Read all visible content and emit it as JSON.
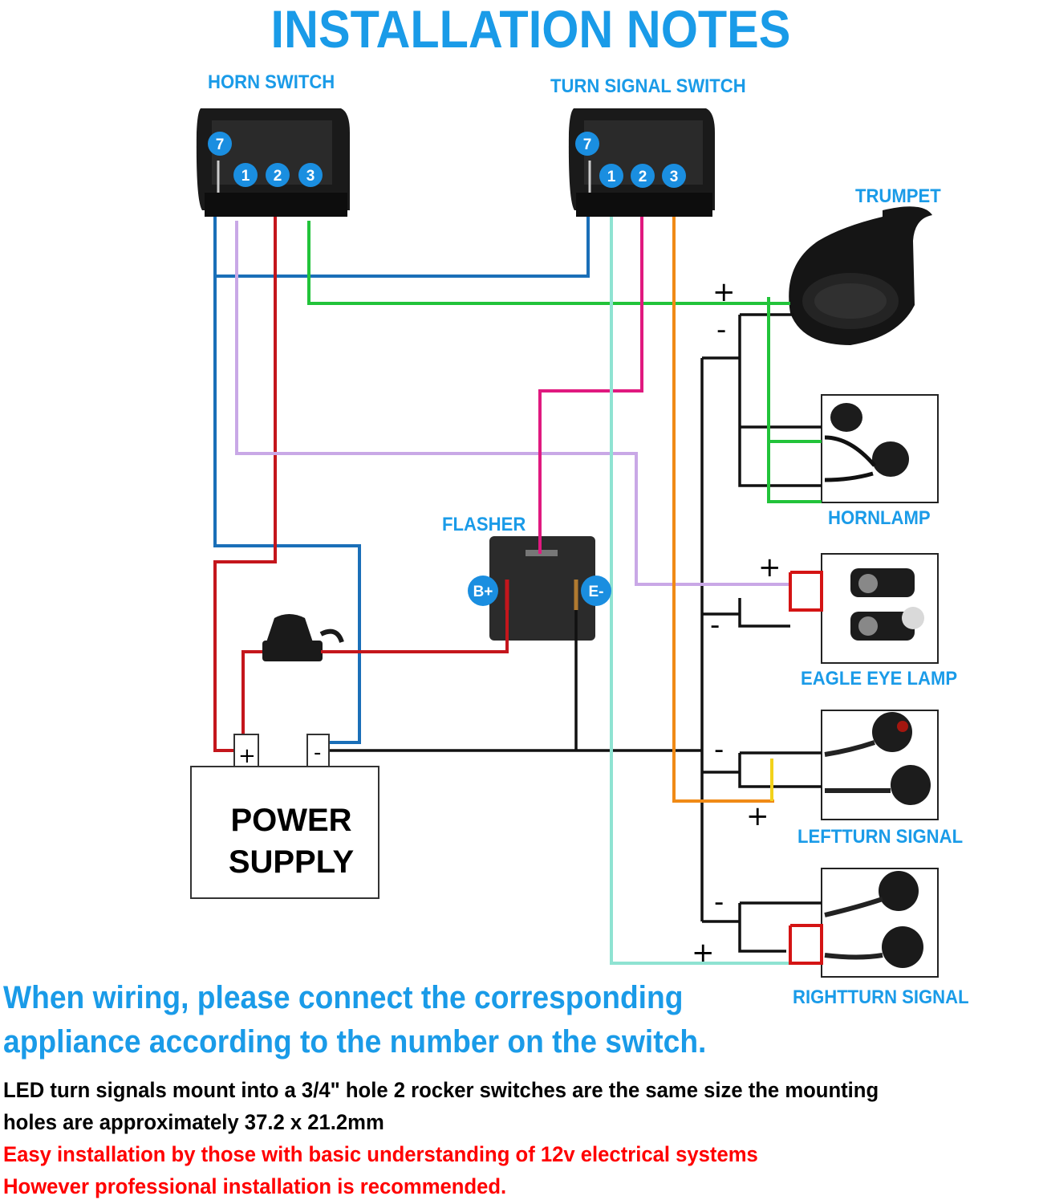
{
  "title": "INSTALLATION NOTES",
  "labels": {
    "horn_switch": "HORN SWITCH",
    "turn_signal_switch": "TURN SIGNAL SWITCH",
    "trumpet": "TRUMPET",
    "hornlamp": "HORNLAMP",
    "flasher": "FLASHER",
    "eagle_eye_lamp": "EAGLE EYE LAMP",
    "leftturn_signal": "LEFTTURN SIGNAL",
    "rightturn_signal": "RIGHTTURN SIGNAL"
  },
  "power_supply": {
    "line1": "POWER",
    "line2": "SUPPLY",
    "plus": "+",
    "minus": "-"
  },
  "switch_pins": [
    "7",
    "1",
    "2",
    "3"
  ],
  "flasher_terminals": {
    "b_plus": "B+",
    "e_minus": "E-"
  },
  "polarity": {
    "plus": "+",
    "minus": "-"
  },
  "notes": {
    "blue_line1": "When wiring, please connect the corresponding",
    "blue_line2": "appliance according to the number on the switch.",
    "black_line1": "LED turn signals mount into a 3/4\" hole 2 rocker switches are the same size the mounting",
    "black_line2": "holes are approximately 37.2 x 21.2mm",
    "red_line1": "Easy installation by those with basic understanding of 12v electrical systems",
    "red_line2": "However professional installation is recommended."
  },
  "colors": {
    "accent_blue": "#1a9be8",
    "wire_blue": "#1a6fb8",
    "wire_red": "#c4161c",
    "wire_green": "#22c33a",
    "wire_purple": "#c9a8e6",
    "wire_magenta": "#e0197f",
    "wire_orange": "#f08a16",
    "wire_cyan": "#8fe3d2",
    "wire_black": "#111111",
    "note_red": "#ff0000"
  }
}
